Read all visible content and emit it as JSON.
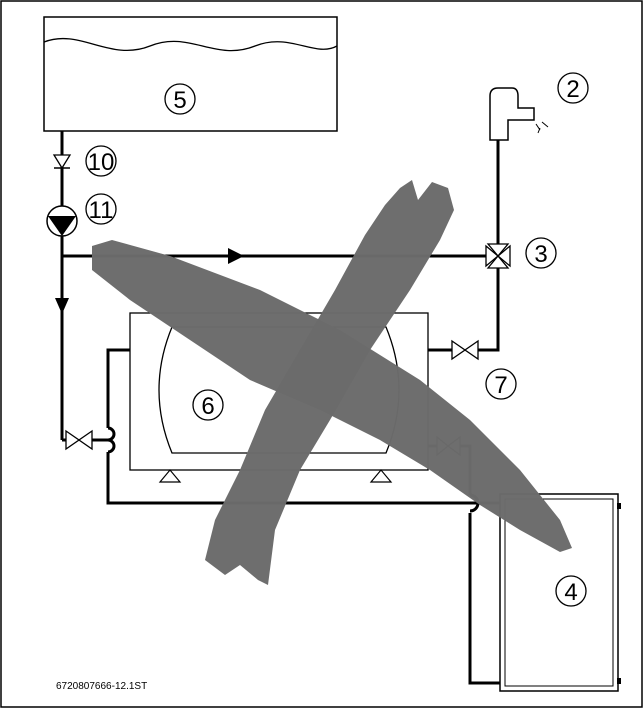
{
  "labels": {
    "tank": "5",
    "tap": "2",
    "mixing_valve": "3",
    "collector": "4",
    "storage": "6",
    "valve_right": "7",
    "check_valve": "10",
    "pump": "11"
  },
  "doc_code": "6720807666-12.1ST",
  "colors": {
    "line": "#000000",
    "cross": "#6b6b6b",
    "background": "#ffffff"
  }
}
